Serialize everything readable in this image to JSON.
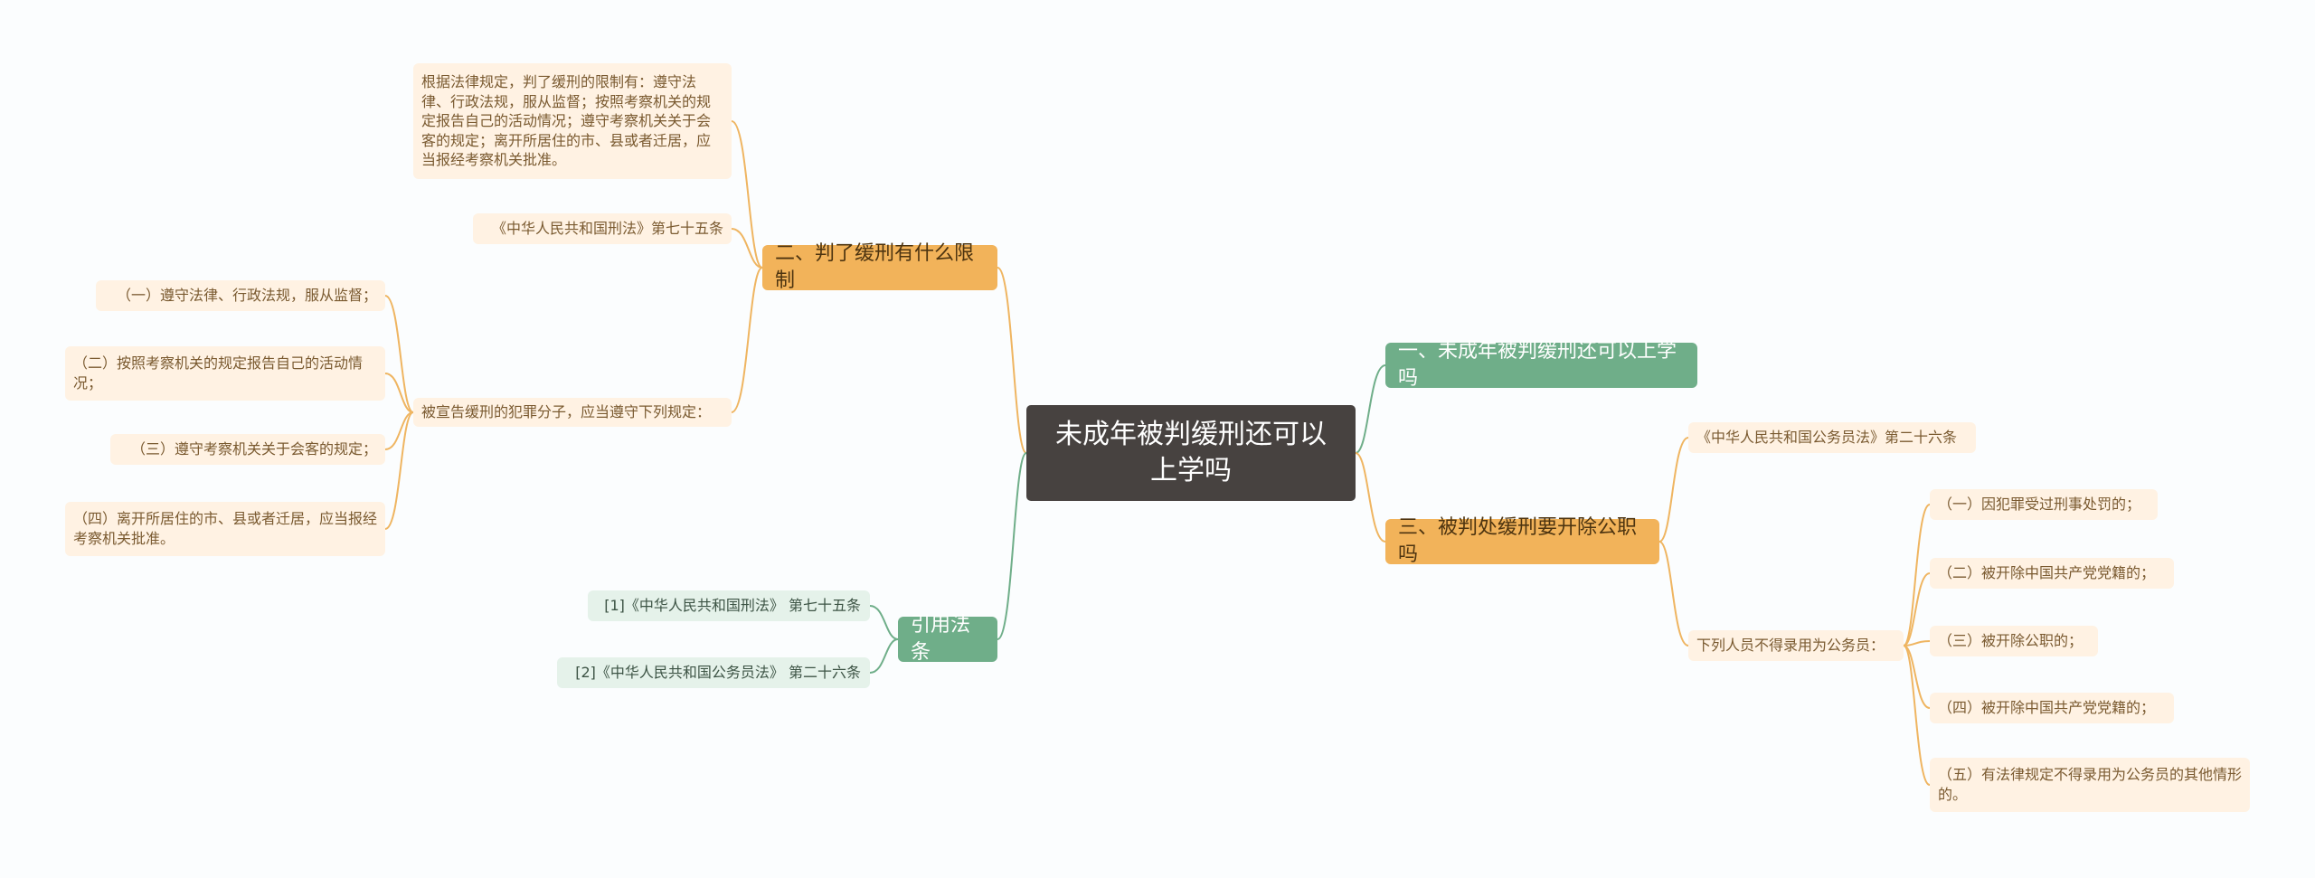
{
  "root": {
    "title": "未成年被判缓刑还可以上学吗"
  },
  "branches": {
    "b1": {
      "label": "一、未成年被判缓刑还可以上学吗"
    },
    "b2": {
      "label": "二、判了缓刑有什么限制",
      "items": [
        "根据法律规定，判了缓刑的限制有：遵守法律、行政法规，服从监督；按照考察机关的规定报告自己的活动情况；遵守考察机关关于会客的规定；离开所居住的市、县或者迁居，应当报经考察机关批准。",
        "《中华人民共和国刑法》第七十五条",
        "被宣告缓刑的犯罪分子，应当遵守下列规定："
      ],
      "subitems": [
        "（一）遵守法律、行政法规，服从监督；",
        "（二）按照考察机关的规定报告自己的活动情况；",
        "（三）遵守考察机关关于会客的规定；",
        "（四）离开所居住的市、县或者迁居，应当报经考察机关批准。"
      ]
    },
    "b3": {
      "label": "三、被判处缓刑要开除公职吗",
      "items": [
        "《中华人民共和国公务员法》第二十六条",
        "下列人员不得录用为公务员："
      ],
      "subitems": [
        "（一）因犯罪受过刑事处罚的；",
        "（二）被开除中国共产党党籍的；",
        "（三）被开除公职的；",
        "（四）被开除中国共产党党籍的；",
        "（五）有法律规定不得录用为公务员的其他情形的。"
      ]
    },
    "refs": {
      "label": "引用法条",
      "items": [
        "[1]《中华人民共和国刑法》 第七十五条",
        "[2]《中华人民共和国公务员法》 第二十六条"
      ]
    }
  },
  "colors": {
    "root": "#474240",
    "orange_branch": "#f2b35a",
    "green_branch": "#6fae89",
    "orange_leaf": "#fff2e3",
    "green_leaf": "#e5f2ea",
    "orange_link": "#efb561",
    "green_link": "#6fae89"
  }
}
